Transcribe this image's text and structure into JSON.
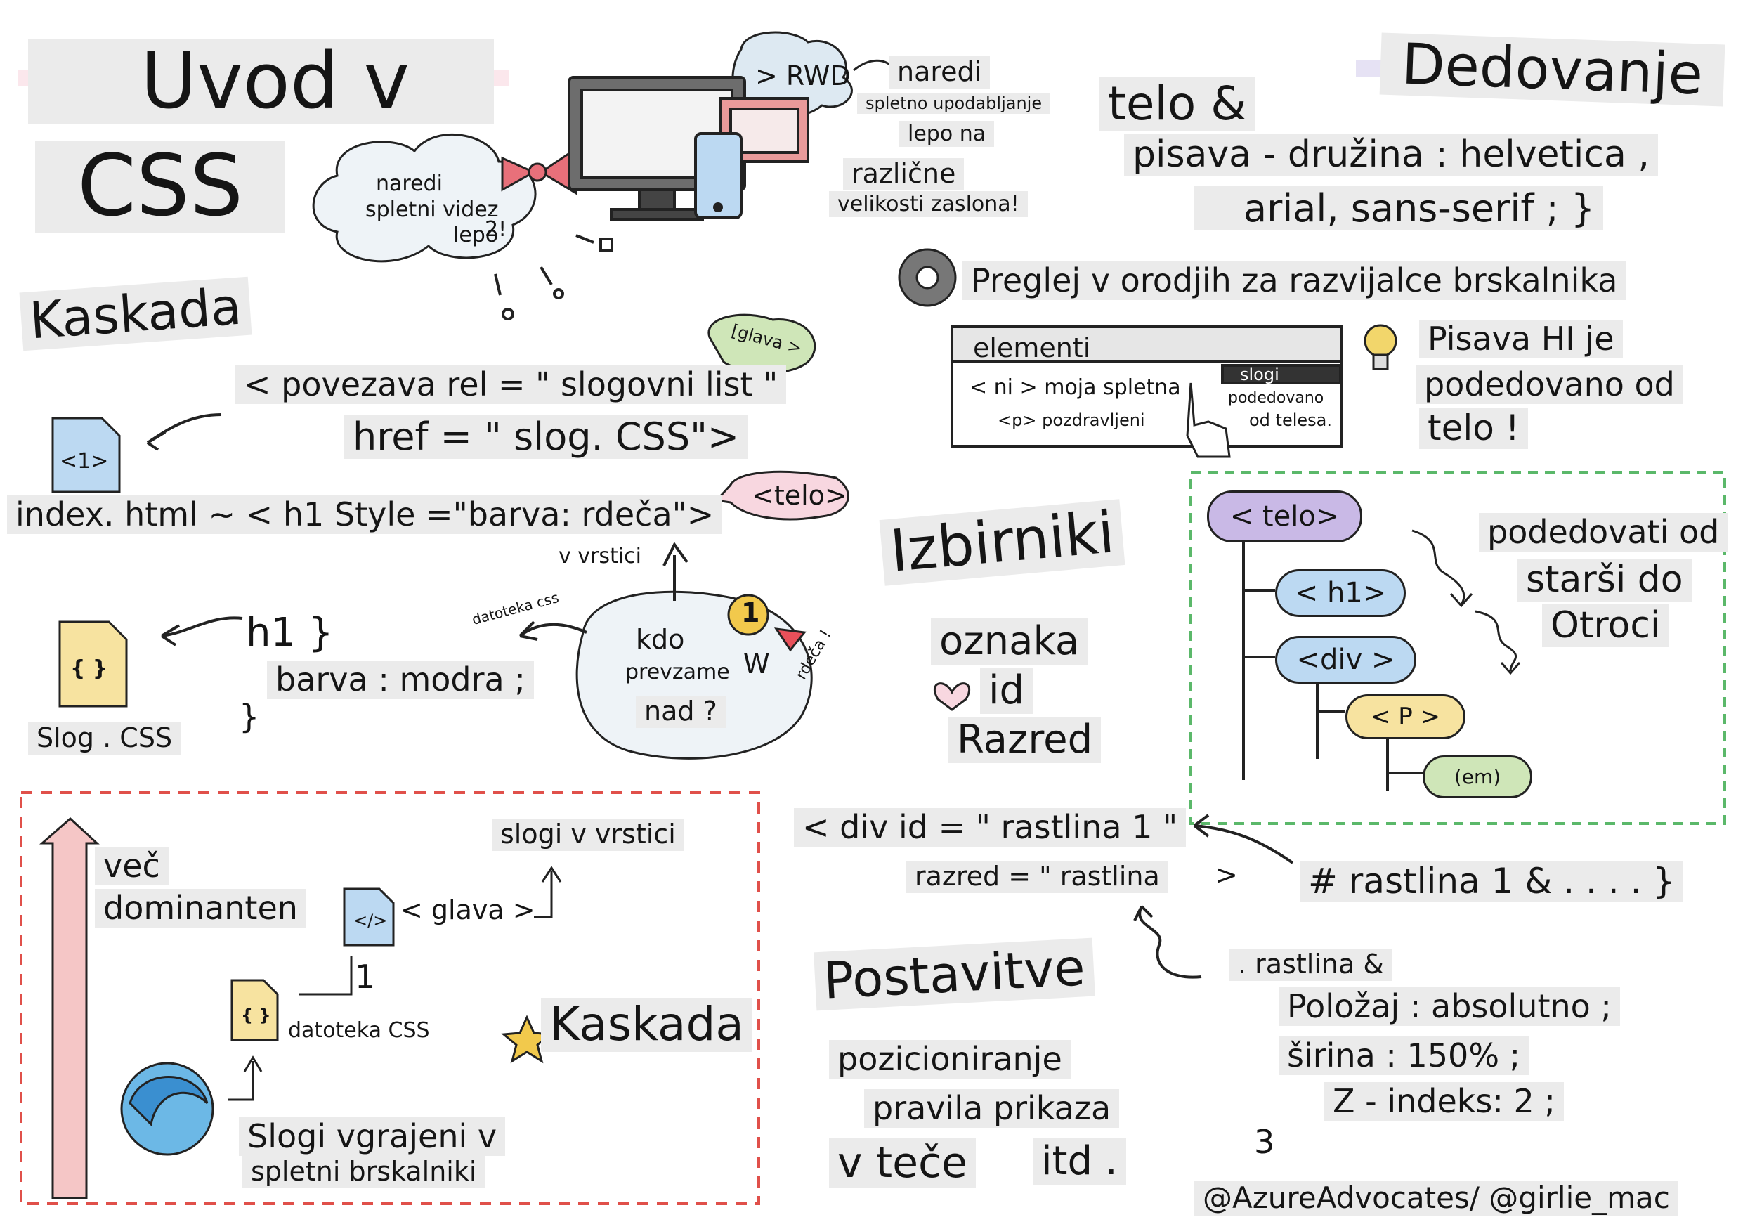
{
  "title": {
    "line1": "Uvod v",
    "line2": "CSS"
  },
  "intro_cloud": {
    "line1": "naredi",
    "line2": "spletni videz",
    "line3": "lepo",
    "num": "2!"
  },
  "rwd": {
    "tag": "> RWD",
    "line1": "naredi",
    "line2": "spletno upodabljanje",
    "line3": "lepo na",
    "line4": "različne",
    "line5": "velikosti zaslona!"
  },
  "cascade": {
    "heading": "Kaskada",
    "link_line1": "< povezava rel = \" slogovni list \"",
    "link_line2": "href = \" slog. CSS\">",
    "head_bubble": "[glava >",
    "file_label": "<1>",
    "inline_line": "index. html ~ < h1 Style =\"barva: rdeča\">",
    "body_bubble": "<telo>",
    "v_vrstici": "v vrstici",
    "css_rule_line1": "h1 }",
    "css_rule_line2": "barva : modra ;",
    "css_rule_line3": "}",
    "css_file_label": "Slog . CSS",
    "css_file_icon": "{ }",
    "datoteka_css": "datoteka css",
    "q_line1": "kdo",
    "q_line2": "prevzame",
    "q_line3": "nad ?",
    "medal_num": "1",
    "medal_w": "W",
    "rdeca": "rdeča !"
  },
  "dominance": {
    "line1": "več",
    "line2": "dominanten",
    "inline_styles": "slogi v vrstici",
    "glava": "< glava >",
    "file_icon": "</>",
    "num1": "1",
    "css_file": "datoteka CSS",
    "css_icon": "{ }",
    "browser_line1": "Slogi vgrajeni v",
    "browser_line2": "spletni brskalniki",
    "kaskada": "Kaskada"
  },
  "inheritance": {
    "heading": "Dedovanje",
    "rule_line1": "telo &",
    "rule_line2": "pisava - družina : helvetica ,",
    "rule_line3": "arial, sans-serif ; }",
    "devtools": "Preglej v orodjih za razvijalce brskalnika",
    "panel": {
      "elements": "elementi",
      "row1": "< ni > moja spletna",
      "row2": "<p> pozdravljeni",
      "tab": "slogi",
      "inherited": "podedovano",
      "from_body": "od telesa."
    },
    "tip_line1": "Pisava HI je",
    "tip_line2": "podedovano od",
    "tip_line3": "telo !"
  },
  "tree": {
    "nodes": [
      "< telo>",
      "< h1>",
      "<div >",
      "< P >",
      "(em)"
    ],
    "colors": [
      "#c9b9e6",
      "#bcd9f2",
      "#bcd9f2",
      "#f7e3a0",
      "#cfe6b8"
    ],
    "inherit_line1": "podedovati od",
    "inherit_line2": "starši do",
    "inherit_line3": "Otroci"
  },
  "selectors": {
    "heading": "Izbirniki",
    "item1": "oznaka",
    "item2": "id",
    "item3": "Razred",
    "div_line1": "< div id = \" rastlina 1 \"",
    "div_line2": "razred = \" rastlina",
    "div_close": ">",
    "id_rule": "# rastlina 1 & . . . . }"
  },
  "layout": {
    "heading": "Postavitve",
    "item1": "pozicioniranje",
    "item2": "pravila prikaza",
    "item3": "v teče",
    "item4": "itd .",
    "class_rule_line1": ". rastlina &",
    "class_rule_line2": "Položaj : absolutno ;",
    "class_rule_line3": "širina : 150% ;",
    "class_rule_line4": "Z - indeks: 2 ;",
    "class_rule_line5": "3"
  },
  "credit": "@AzureAdvocates/ @girlie_mac",
  "colors": {
    "red_border": "#e0504a",
    "green_border": "#5bb86a",
    "arrow_fill": "#f5c6c6",
    "cloud_fill": "#dde9f2",
    "bow": "#e8707a",
    "medal": "#f2c94c",
    "gear": "#6a6a6a",
    "bulb": "#f2d66b"
  }
}
